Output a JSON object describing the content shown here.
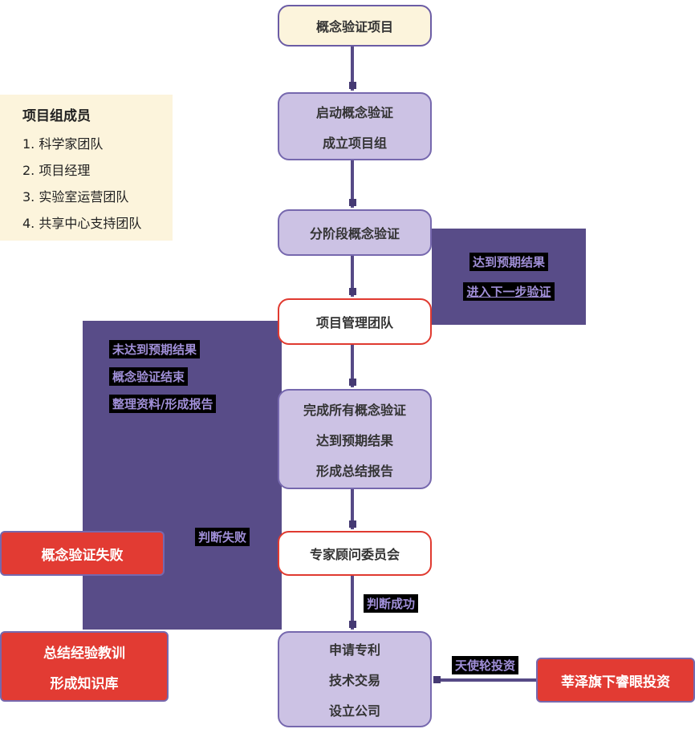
{
  "nodes": {
    "start": {
      "label": "概念验证项目"
    },
    "launch": {
      "lines": [
        "启动概念验证",
        "成立项目组"
      ]
    },
    "staged": {
      "label": "分阶段概念验证"
    },
    "management": {
      "label": "项目管理团队"
    },
    "complete": {
      "lines": [
        "完成所有概念验证",
        "达到预期结果",
        "形成总结报告"
      ]
    },
    "expert": {
      "label": "专家顾问委员会"
    },
    "apply": {
      "lines": [
        "申请专利",
        "技术交易",
        "设立公司"
      ]
    },
    "fail": {
      "label": "概念验证失败"
    },
    "lessons": {
      "lines": [
        "总结经验教训",
        "形成知识库"
      ]
    },
    "investor": {
      "label": "莘泽旗下睿眼投资"
    }
  },
  "team_panel": {
    "title": "项目组成员",
    "items": [
      "1. 科学家团队",
      "2. 项目经理",
      "3. 实验室运营团队",
      "4. 共享中心支持团队"
    ]
  },
  "branch_success": {
    "lines": [
      "达到预期结果",
      "进入下一步验证"
    ]
  },
  "branch_fail": {
    "lines": [
      "未达到预期结果",
      "概念验证结束",
      "整理资料/形成报告"
    ]
  },
  "edge_labels": {
    "judge_fail": "判断失败",
    "judge_success": "判断成功",
    "angel_round": "天使轮投资"
  },
  "colors": {
    "light_purple": "#CCC2E4",
    "purple_border": "#7668AE",
    "dark_purple": "#584C88",
    "connector": "#564A86",
    "arrow": "#453A73",
    "red": "#E23B33",
    "cream": "#FCF4DC",
    "white_node_border": "#E03A30",
    "label_bg": "#000000",
    "label_text": "#A08FD8",
    "node_text": "#333333"
  }
}
